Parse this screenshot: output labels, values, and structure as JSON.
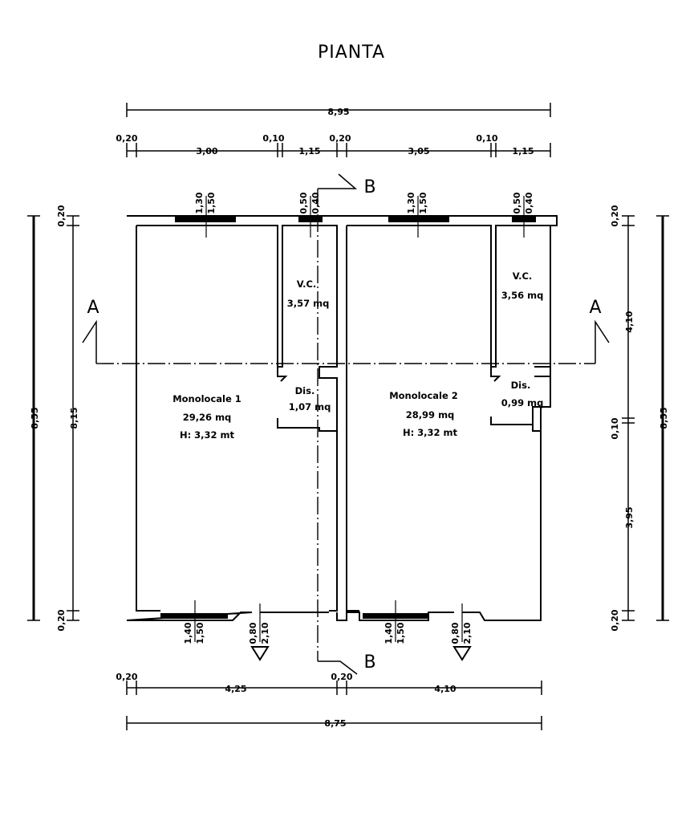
{
  "title": "PIANTA",
  "top_dims": {
    "overall": "8,95",
    "segments": [
      "0,20",
      "3,00",
      "0,10",
      "1,15",
      "0,20",
      "3,05",
      "0,10",
      "1,15"
    ]
  },
  "bottom_dims": {
    "overall": "8,75",
    "segments": [
      "0,20",
      "4,25",
      "0,20",
      "4,10"
    ]
  },
  "left_dims": {
    "overall": "8,55",
    "inner": "8,15",
    "top_wall": "0,20",
    "bottom_wall": "0,20"
  },
  "right_dims": {
    "overall": "8,55",
    "top_wall": "0,20",
    "upper": "4,10",
    "mid_wall": "0,10",
    "lower": "3,95",
    "bottom_wall": "0,20"
  },
  "openings": {
    "window_top_1": [
      "1,30",
      "1,50"
    ],
    "window_top_vc1": [
      "0,50",
      "0,40"
    ],
    "window_top_2": [
      "1,30",
      "1,50"
    ],
    "window_top_vc2": [
      "0,50",
      "0,40"
    ],
    "window_bottom_1": [
      "1,40",
      "1,50"
    ],
    "door_bottom_1": [
      "0,80",
      "2,10"
    ],
    "window_bottom_2": [
      "1,40",
      "1,50"
    ],
    "door_bottom_2": [
      "0,80",
      "2,10"
    ]
  },
  "rooms": {
    "monolocale1": {
      "name": "Monolocale 1",
      "area": "29,26 mq",
      "height": "H: 3,32 mt"
    },
    "vc1": {
      "name": "V.C.",
      "area": "3,57 mq"
    },
    "dis1": {
      "name": "Dis.",
      "area": "1,07 mq"
    },
    "monolocale2": {
      "name": "Monolocale 2",
      "area": "28,99 mq",
      "height": "H: 3,32 mt"
    },
    "vc2": {
      "name": "V.C.",
      "area": "3,56 mq"
    },
    "dis2": {
      "name": "Dis.",
      "area": "0,99 mq"
    }
  },
  "sections": {
    "a_left": "A",
    "a_right": "A",
    "b_top": "B",
    "b_bottom": "B"
  }
}
